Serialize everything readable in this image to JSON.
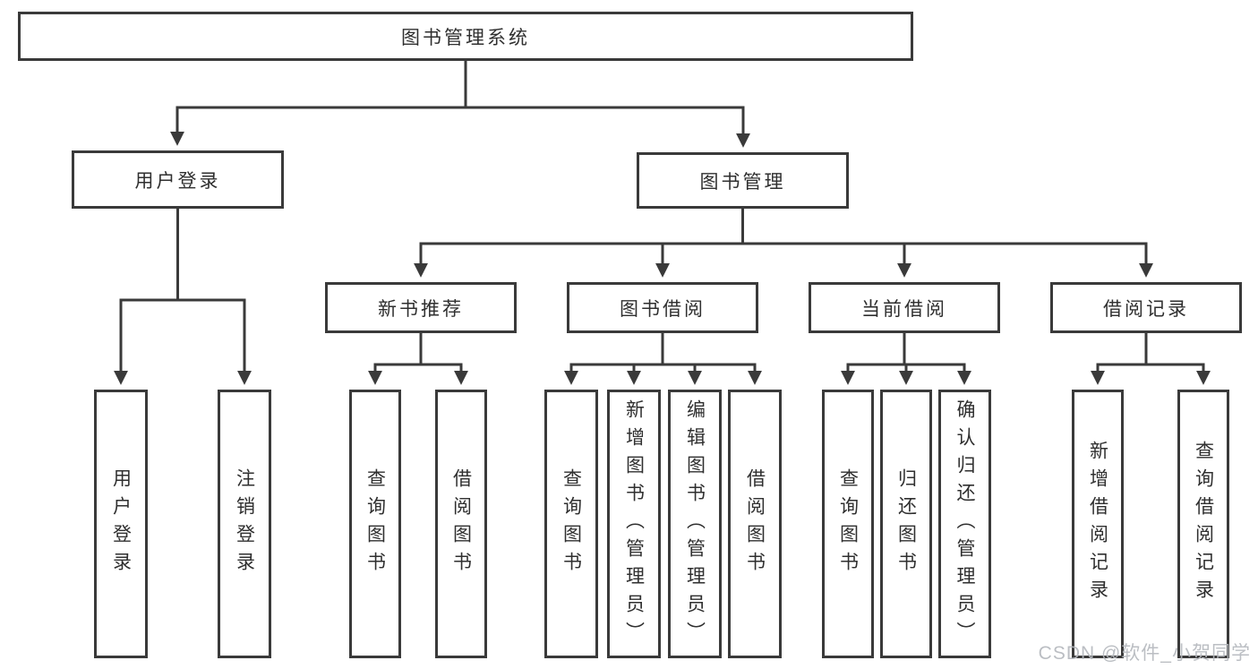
{
  "diagram": {
    "title_node": "图书管理系统",
    "level2": {
      "user_login": "用户登录",
      "book_management": "图书管理"
    },
    "level3": {
      "new_book_recommend": "新书推荐",
      "book_borrow": "图书借阅",
      "current_borrow": "当前借阅",
      "borrow_records": "借阅记录"
    },
    "leaves": {
      "user_login": [
        "用户登录",
        "注销登录"
      ],
      "new_book_recommend": [
        "查询图书",
        "借阅图书"
      ],
      "book_borrow": [
        "查询图书",
        "新增图书（管理员）",
        "编辑图书（管理员）",
        "借阅图书"
      ],
      "current_borrow": [
        "查询图书",
        "归还图书",
        "确认归还（管理员）"
      ],
      "borrow_records": [
        "新增借阅记录",
        "查询借阅记录"
      ]
    },
    "colors": {
      "line": "#3a3a3a",
      "text": "#2f2f2f",
      "background": "#ffffff",
      "watermark": "#b4b8bd"
    }
  },
  "watermark": "CSDN @软件_小贺同学"
}
